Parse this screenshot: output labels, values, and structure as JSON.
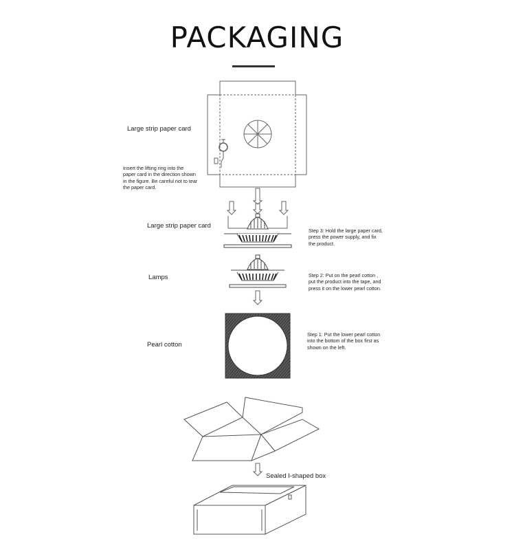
{
  "title": "PACKAGING",
  "labels": {
    "large_strip_card_top": "Large strip paper card",
    "insert_note": [
      "Insert the lifting ring into the",
      "paper card in the direction shown",
      "in the figure. Be careful not to tear",
      "the paper card."
    ],
    "large_strip_card_mid": "Large strip paper card",
    "lamps": "Lamps",
    "pearl_cotton": "Pearl cotton",
    "step3": [
      "Step 3: Hold the large paper card,",
      "press the power supply, and fix",
      "the product."
    ],
    "step2": [
      "Step 2: Put on the pearl cotton ,",
      "put the product into the tape, and",
      "press it on the lower pearl cotton."
    ],
    "step1": [
      "Step 1: Put the lower pearl cotton",
      "into the bottom of the box first as",
      "shown on the left."
    ],
    "sealed_box": "Sealed I-shaped box"
  },
  "colors": {
    "line": "#555555",
    "hatch": "#3a3a3a",
    "text": "#222222"
  }
}
